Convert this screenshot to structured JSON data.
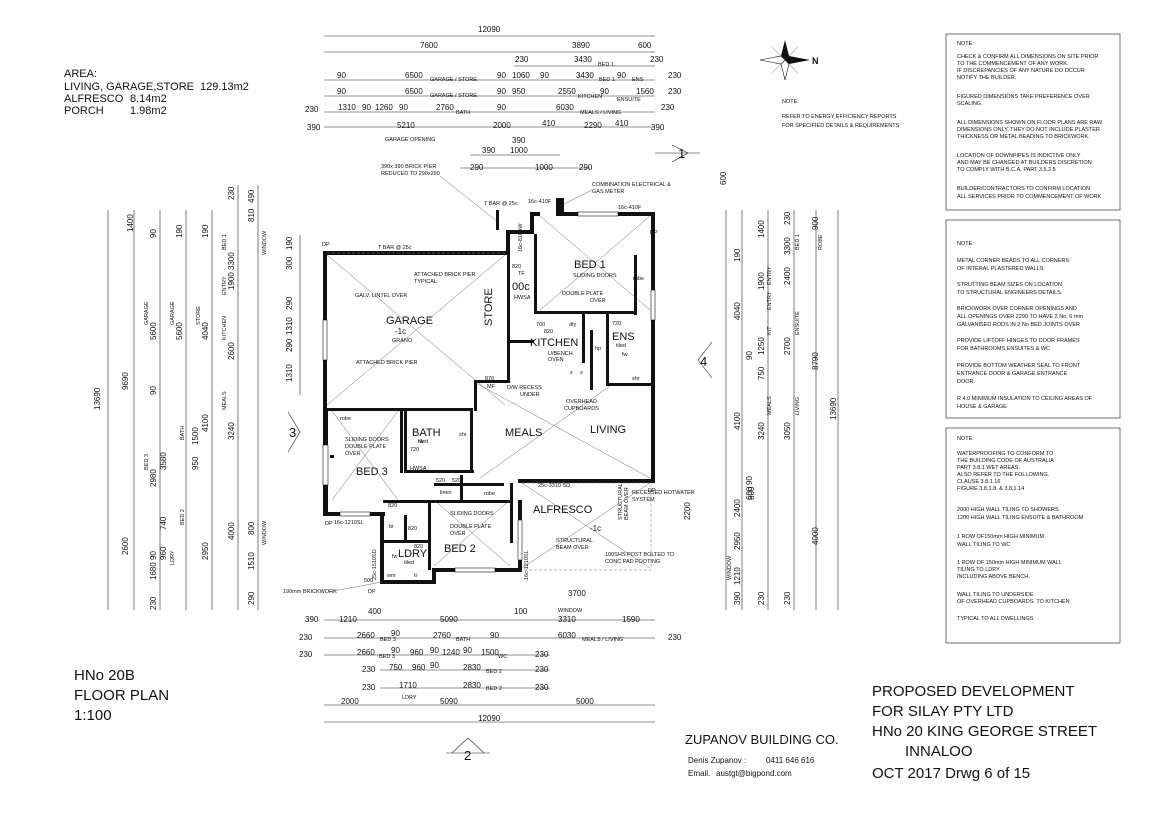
{
  "area": {
    "heading": "AREA:",
    "rows": [
      {
        "label": "LIVING, GARAGE,STORE",
        "value": "129.13m2"
      },
      {
        "label": "ALFRESCO",
        "value": "8.14m2"
      },
      {
        "label": "PORCH",
        "value": "1.98m2"
      }
    ]
  },
  "top_dims": {
    "overall": "12090",
    "row1": [
      "7600",
      "3890",
      "600"
    ],
    "row2": [
      "230",
      "3430",
      "230"
    ],
    "row2_note": "BED 1",
    "row3": [
      "90",
      "6500",
      "90",
      "1060",
      "90",
      "3430",
      "90",
      "230"
    ],
    "row3_notes": [
      "GARAGE / STORE",
      "BED 1",
      "ENS"
    ],
    "row4": [
      "90",
      "6500",
      "90",
      "950",
      "2550",
      "90",
      "1560",
      "230"
    ],
    "row4_notes": [
      "GARAGE / STORE",
      "KITCHEN",
      "ENSUITE"
    ],
    "row5": [
      "230",
      "1310",
      "90",
      "1260",
      "90",
      "2760",
      "90",
      "6030",
      "230"
    ],
    "row5_notes": [
      "BATH",
      "MEALS / LIVING"
    ],
    "row6": [
      "390",
      "5210",
      "2000",
      "410",
      "2290",
      "410",
      "390"
    ],
    "row6_note": "GARAGE  OPENING",
    "row7": [
      "390",
      "1000"
    ],
    "row8": [
      "290",
      "1000",
      "290"
    ]
  },
  "north_note": {
    "heading": "NOTE:",
    "text": [
      "REFER TO ENERGY EFFICIENCY REPORTS",
      "FOR SPECIFIED DETAILS & REQUIREMENTS"
    ]
  },
  "notes_box_1": {
    "heading": "NOTE:",
    "paragraphs": [
      [
        "CHECK & CONFIRM ALL DIMENSIONS ON SITE PRIOR",
        "TO THE COMMENCEMENT OF ANY WORK.",
        "IF DISCREPANCIES OF ANY NATURE DO OCCUR",
        "NOTIFY THE BUILDER."
      ],
      [
        "FIGURED DIMENSIONS TAKE PREFERENCE OVER",
        "SCALING."
      ],
      [
        "ALL DIMENSIONS SHOWN ON FLOOR PLANS ARE RAW",
        "DIMENSIONS ONLY, THEY DO NOT INCLUDE PLASTER",
        "THICKNESS OR METAL BEADING TO BRICKWORK."
      ],
      [
        "LOCATION OF DOWNPIPES IS INDICTIVE ONLY",
        "AND MAY BE CHANGED AT BUILDERS DISCRETION",
        "TO COMPLY WITH B.C.A. PART 3.5.2.5"
      ],
      [
        "BUILDER/CONTRACTORS TO CONFIRM LOCATION",
        "ALL SERVICES PRIOR TO COMMENCEMENT OF WORK"
      ]
    ]
  },
  "notes_box_2": {
    "heading": "NOTE:",
    "paragraphs": [
      [
        "METAL CORNER BEADS TO ALL CORNERS",
        "OF INTERAL PLASTERED WALLS"
      ],
      [
        "STRUTTING BEAM SIZES ON LOCATION",
        "TO STRUCTURAL ENGINEERS DETAILS."
      ],
      [
        "BRICKWORK OVER CORNER OPENINGS AND",
        "ALL OPENINGS OVER 2290 TO HAVE 2  No. 6 mm",
        "GALVANISED RODS IN 2 No  BED JOINTS OVER"
      ],
      [
        "PROVIDE LIFTOFF HINGES TO DOOR FRAMES",
        "FOR  BATHROOMS,ENSUITES & WC"
      ],
      [
        "PROVIDE  BOTTOM WEATHER SEAL TO FRONT",
        "ENTRANCE DOOR & GARAGE ENTRANCE",
        "DOOR."
      ],
      [
        "R 4.0 MINIMUM  INSULATION TO CEILING AREAS OF",
        "HOUSE & GARAGE"
      ]
    ]
  },
  "notes_box_3": {
    "heading": "NOTE:",
    "paragraphs": [
      [
        "WATERPROOFING TO CONFORM TO",
        "THE BUILDING CODE OF AUSTRALIA",
        "PART 3.8.1 WET AREAS.",
        "ALSO REFER TO THE FOLLOWING.",
        "CLAUSE 3.8.1.16",
        "FIGURE 3.8.1.8. & 3.8.1.14"
      ],
      [
        "2000 HIGH  WALL  TILING TO SHOWERS",
        "1200 HIGH WALL TILING ENSUITE & BATHROOM"
      ],
      [
        "1 ROW OF150mm HIGH MINIMUM",
        "WALL TILING TO WC"
      ],
      [
        "1 ROW OF 150mm HIGH MINIMUM WALL",
        "TILING TO LDRY",
        "INCLUDING ABOVE BENCH."
      ],
      [
        "WALL TILING TO UNDERSIDE",
        "OF OVERHEAD CUPBOARDS. TO KITCHEN"
      ],
      [
        "TYPICAL TO ALL DWELLINGS"
      ]
    ]
  },
  "rooms": {
    "garage": "GARAGE",
    "garage_level": "-1c",
    "garage_floor": "GRANO",
    "store": "STORE",
    "bed1": "BED 1",
    "kitchen": "KITCHEN",
    "ens": "ENS",
    "ens_tiled": "tiled",
    "bath": "BATH",
    "bath_tiled": "tiled",
    "meals": "MEALS",
    "living": "LIVING",
    "bed3": "BED 3",
    "bed2": "BED 2",
    "ldry": "LDRY",
    "ldry_tiled": "tiled",
    "alfresco": "ALFRESCO",
    "alfresco_level": "-1c",
    "linen": "linen",
    "robe": "robe",
    "hwsa": "HWSA",
    "wm": "wm",
    "tr": "tr",
    "br": "br",
    "shr": "shr",
    "dp": "DP",
    "entry_level": "00c",
    "mf": "MF",
    "hp": "hp"
  },
  "plan_labels": {
    "tbar": "T BAR @ 25c",
    "tbar2": "T BAR @ 25c",
    "brick_pier_note": [
      "390x 390 BRICK PIER",
      "REDUCED TO 290x290"
    ],
    "meter_note": [
      "COMBINATION ELECTRICAL &",
      "GAS METER"
    ],
    "lintel_top1": "16c-410F",
    "lintel_top2": "16c-410F",
    "lintel_top3": "16c-810AW",
    "lintel_bed3": "16c-1210SL",
    "lintel_alf": "25c-3310 SD",
    "lintel_ldry": "25c-1510SD",
    "lintel_bed2": "16c-1210SL",
    "attached_pier": [
      "ATTACHED BRICK PIER",
      "TYPICAL"
    ],
    "attached_pier2": "ATTACHED BRICK PIER",
    "galv_lintel": "GALV. LINTEL OVER",
    "sliding_doors": "SLIDING DOORS",
    "double_plate": [
      "DOUBLE PLATE",
      "OVER"
    ],
    "hwsa_top": "HWSA",
    "ubench": [
      "U/BENCH",
      "OVEN"
    ],
    "dw_recess": [
      "D/W RECESS",
      "UNDER"
    ],
    "overhead": [
      "OVERHEAD",
      "CUPBOARDS"
    ],
    "hotwater": [
      "RECESSED HOTWATER",
      "SYSTEM"
    ],
    "struct_beam": [
      "STRUCTURAL",
      "BEAM  OVER"
    ],
    "shs_post": [
      "100SHS POST BOLTED TO",
      "CONC PAD FOOTING"
    ],
    "brickwork": "190mm BRICKWORK",
    "tf": "TF",
    "dty": "dty",
    "wndw": "WINDOW",
    "entry": "ENTRY",
    "fw": "fw",
    "s": "s",
    "d1": "820",
    "d2": "720",
    "d3": "870",
    "d4": "820",
    "d5": "820",
    "d6": "520",
    "d7": "520",
    "d8": "820",
    "d9": "820",
    "d10": "700",
    "d11": "500",
    "d12": "720"
  },
  "left_dims": {
    "overall": "13690",
    "col_a": [
      "2600",
      "9690"
    ],
    "col_b": [
      "230",
      "1680",
      "90",
      "2980",
      "90",
      "5600",
      "90",
      "1400"
    ],
    "col_c": [
      "230",
      "960",
      "740",
      "240",
      "3580",
      "5600",
      "190"
    ],
    "col_d": [
      "230",
      "2950",
      "90",
      "600",
      "950",
      "1500",
      "90",
      "5600",
      "190"
    ],
    "col_e": [
      "230",
      "2950",
      "90",
      "510",
      "4100",
      "4040",
      "190",
      "1400"
    ],
    "col_f": [
      "230",
      "4000",
      "230",
      "3240",
      "90",
      "2600",
      "90",
      "1900",
      "3300",
      "230"
    ],
    "col_g": [
      "290",
      "1510",
      "800",
      "490",
      "810",
      "230"
    ],
    "col_notes": [
      "GARAGE",
      "GARAGE",
      "STORE",
      "BED 3",
      "BATH",
      "BED 2",
      "LDRY",
      "MEALS",
      "KITCHEN",
      "ENTRY",
      "BED 1",
      "WINDOW"
    ],
    "near": [
      "190",
      "300",
      "290",
      "1310",
      "290",
      "1310",
      "90"
    ]
  },
  "right_dims": {
    "overall": "13690",
    "col_a": [
      "390",
      "1210",
      "2950",
      "2400",
      "4100",
      "4040",
      "190"
    ],
    "col_b": [
      "230",
      "600",
      "90",
      "3240",
      "750",
      "90",
      "1250",
      "90",
      "1900",
      "1400"
    ],
    "col_c": [
      "230",
      "3050",
      "2700",
      "2400",
      "3300",
      "230"
    ],
    "col_d": [
      "4000",
      "8790",
      "600",
      "900"
    ],
    "col_e": [
      "600",
      "90",
      "2200",
      "800"
    ],
    "col_notes": [
      "WINDOW",
      "MEALS",
      "LIVING",
      "KIT",
      "ENSUITE",
      "ENTRY",
      "BED 1",
      "ROBE"
    ]
  },
  "bottom_dims": {
    "row1": [
      "390",
      "1210",
      "400",
      "5090",
      "100",
      "3310",
      "1590"
    ],
    "row1_note": "WINDOW",
    "row2": [
      "230",
      "2660",
      "90",
      "2760",
      "90",
      "6030",
      "230"
    ],
    "row2_notes": [
      "BED 3",
      "BATH",
      "MEALS / LIVING"
    ],
    "row3": [
      "230",
      "2660",
      "90",
      "960",
      "90",
      "1240",
      "90",
      "1500",
      "230"
    ],
    "row3_notes": [
      "BED 3",
      "BED 2",
      "WC"
    ],
    "row4": [
      "230",
      "750",
      "960",
      "90",
      "2830",
      "230"
    ],
    "row4_note": "BED 2",
    "row5": [
      "230",
      "1710",
      "2830",
      "230"
    ],
    "row5_notes": [
      "LDRY",
      "BED 2"
    ],
    "row6": [
      "2000",
      "5090",
      "5000"
    ],
    "overall": "12090",
    "row0": [
      "3700"
    ]
  },
  "section_markers": [
    "1",
    "2",
    "3",
    "4"
  ],
  "title_block": {
    "line1": "HNo 20B",
    "line2": "FLOOR PLAN",
    "line3": "1:100"
  },
  "builder": {
    "name": "ZUPANOV BUILDING CO.",
    "contact_name": "Denis  Zupanov  :",
    "phone": "0411 646 616",
    "email_label": "Email.",
    "email": "austgt@bigpond.com"
  },
  "project": {
    "line1": "PROPOSED DEVELOPMENT",
    "line2": "FOR SILAY PTY LTD",
    "line3": "HNo 20 KING GEORGE STREET",
    "line4": "INNALOO",
    "line5": "OCT 2017 Drwg 6 of 15"
  },
  "north": "N"
}
